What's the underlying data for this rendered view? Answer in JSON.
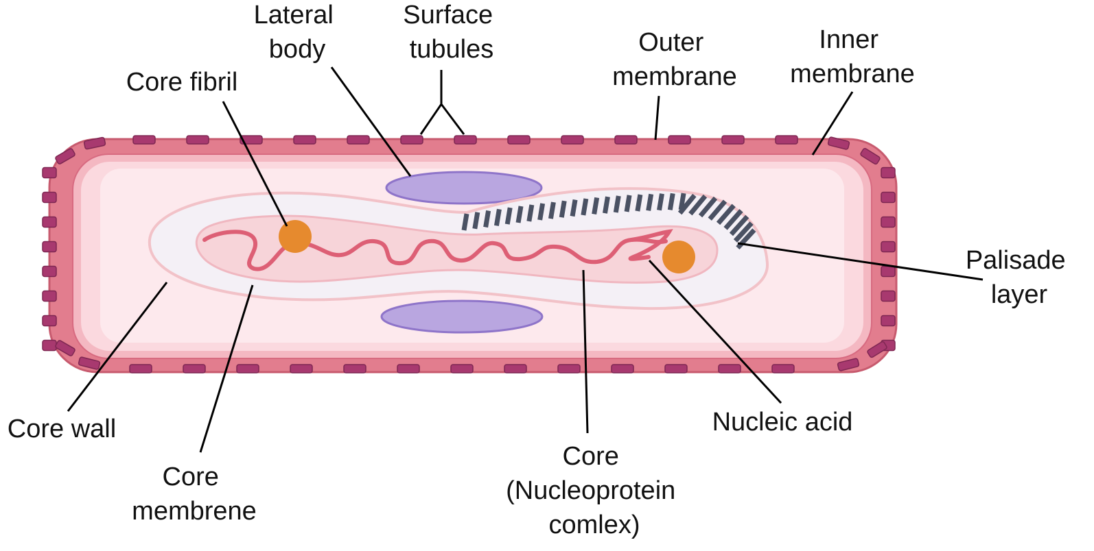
{
  "colors": {
    "outer_membrane": "#e27d8e",
    "outer_membrane_dark": "#c75a6e",
    "inner_membrane": "#f4b8c2",
    "cytoplasm": "#fbe1e6",
    "core_wall": "#f3eff6",
    "core_membrane": "#f4c2ca",
    "nucleic_acid": "#dd5f75",
    "lateral_body": "#b9a6e0",
    "core_fibril": "#e68a2e",
    "palisade": "#4a5163",
    "surface_tubule": "#a8396f"
  },
  "labels": {
    "lateral_body": [
      "Lateral",
      "body"
    ],
    "surface_tubules": [
      "Surface",
      "tubules"
    ],
    "outer_membrane": [
      "Outer",
      "membrane"
    ],
    "inner_membrane": [
      "Inner",
      "membrane"
    ],
    "core_fibril": [
      "Core fibril"
    ],
    "palisade_layer": [
      "Palisade",
      "layer"
    ],
    "core_wall": [
      "Core wall"
    ],
    "core_membrene": [
      "Core",
      "membrene"
    ],
    "core": [
      "Core",
      "(Nucleoprotein",
      "comlex)"
    ],
    "nucleic_acid": [
      "Nucleic acid"
    ]
  }
}
